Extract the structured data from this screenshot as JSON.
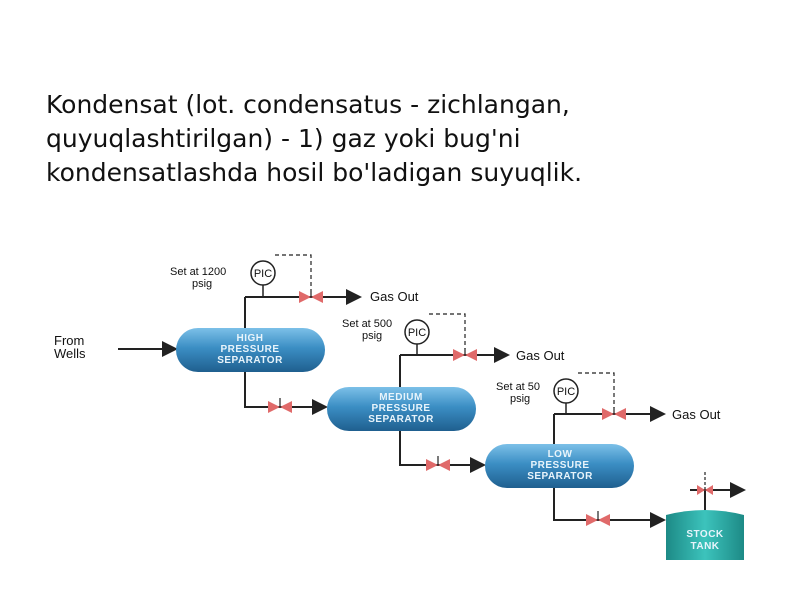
{
  "slide": {
    "lines": [
      "Kondensat (lot. condensatus - zichlangan,",
      "quyuqlashtirilgan) - 1) gaz yoki bug'ni",
      "kondensatlashda hosil bo'ladigan suyuqlik."
    ]
  },
  "diagram": {
    "inlet": [
      "From",
      "Wells"
    ],
    "stages": [
      {
        "set_point": [
          "Set at 1200",
          "psig"
        ],
        "controller": "PIC",
        "gas_out": "Gas Out",
        "vessel": [
          "HIGH",
          "PRESSURE",
          "SEPARATOR"
        ]
      },
      {
        "set_point": [
          "Set at 500",
          "psig"
        ],
        "controller": "PIC",
        "gas_out": "Gas Out",
        "vessel": [
          "MEDIUM",
          "PRESSURE",
          "SEPARATOR"
        ]
      },
      {
        "set_point": [
          "Set at 50",
          "psig"
        ],
        "controller": "PIC",
        "gas_out": "Gas Out",
        "vessel": [
          "LOW",
          "PRESSURE",
          "SEPARATOR"
        ]
      }
    ],
    "tank": [
      "STOCK",
      "TANK"
    ],
    "colors": {
      "vessel": "#3b8ec4",
      "tank": "#2aa6a0",
      "valve": "#e06a6a"
    }
  }
}
